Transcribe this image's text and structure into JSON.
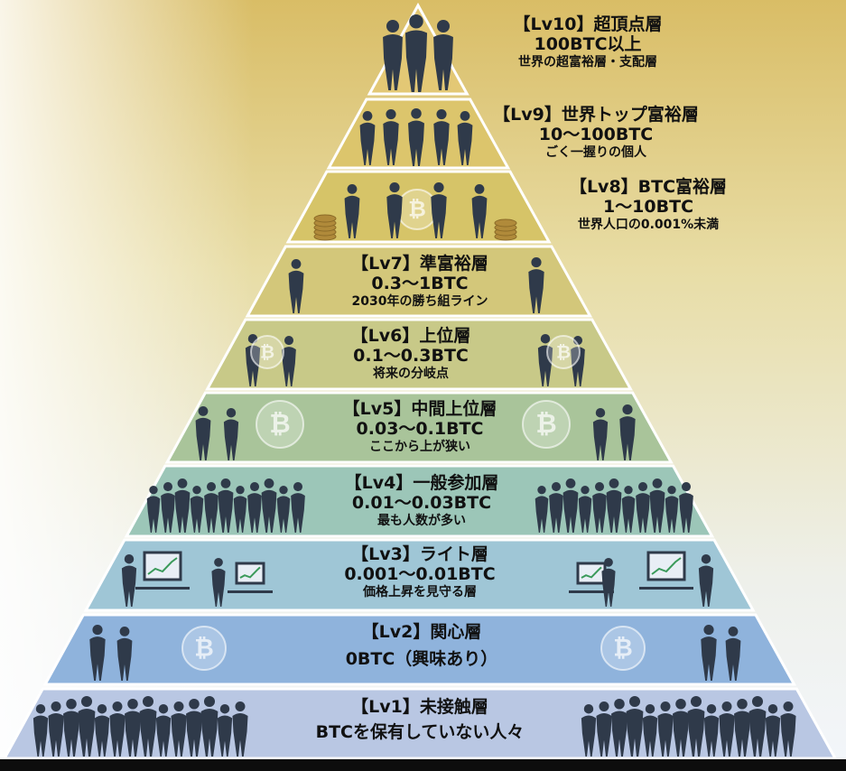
{
  "tiers": [
    {
      "level": 10,
      "title": "【Lv10】超頂点層",
      "range": "100BTC以上",
      "desc": "世界の超富裕層・支配層"
    },
    {
      "level": 9,
      "title": "【Lv9】世界トップ富裕層",
      "range": "10〜100BTC",
      "desc": "ごく一握りの個人"
    },
    {
      "level": 8,
      "title": "【Lv8】BTC富裕層",
      "range": "1〜10BTC",
      "desc": "世界人口の0.001%未満"
    },
    {
      "level": 7,
      "title": "【Lv7】準富裕層",
      "range": "0.3〜1BTC",
      "desc": "2030年の勝ち組ライン"
    },
    {
      "level": 6,
      "title": "【Lv6】上位層",
      "range": "0.1〜0.3BTC",
      "desc": "将来の分岐点"
    },
    {
      "level": 5,
      "title": "【Lv5】中間上位層",
      "range": "0.03〜0.1BTC",
      "desc": "ここから上が狭い"
    },
    {
      "level": 4,
      "title": "【Lv4】一般参加層",
      "range": "0.01〜0.03BTC",
      "desc": "最も人数が多い"
    },
    {
      "level": 3,
      "title": "【Lv3】ライト層",
      "range": "0.001〜0.01BTC",
      "desc": "価格上昇を見守る層"
    },
    {
      "level": 2,
      "title": "【Lv2】関心層",
      "range": "0BTC（興味あり）",
      "desc": ""
    },
    {
      "level": 1,
      "title": "【Lv1】未接触層",
      "range": "BTCを保有していない人々",
      "desc": ""
    }
  ],
  "colors": {
    "lv10": "#e3c875",
    "lv9": "#dcc56c",
    "lv8": "#d6c468",
    "lv7": "#d3c77a",
    "lv6": "#c8c988",
    "lv5": "#a9c49a",
    "lv4": "#9cc6b8",
    "lv3": "#9fc6d6",
    "lv2": "#8fb3dc",
    "lv1": "#b9c7e3",
    "bg_top": "#dcc06a",
    "bg_bottom": "#f2f6fb",
    "silhouette": "#2f3a4a"
  },
  "icons": [
    "bitcoin-icon",
    "person-silhouette-icon",
    "computer-monitor-icon",
    "coin-stack-icon"
  ]
}
